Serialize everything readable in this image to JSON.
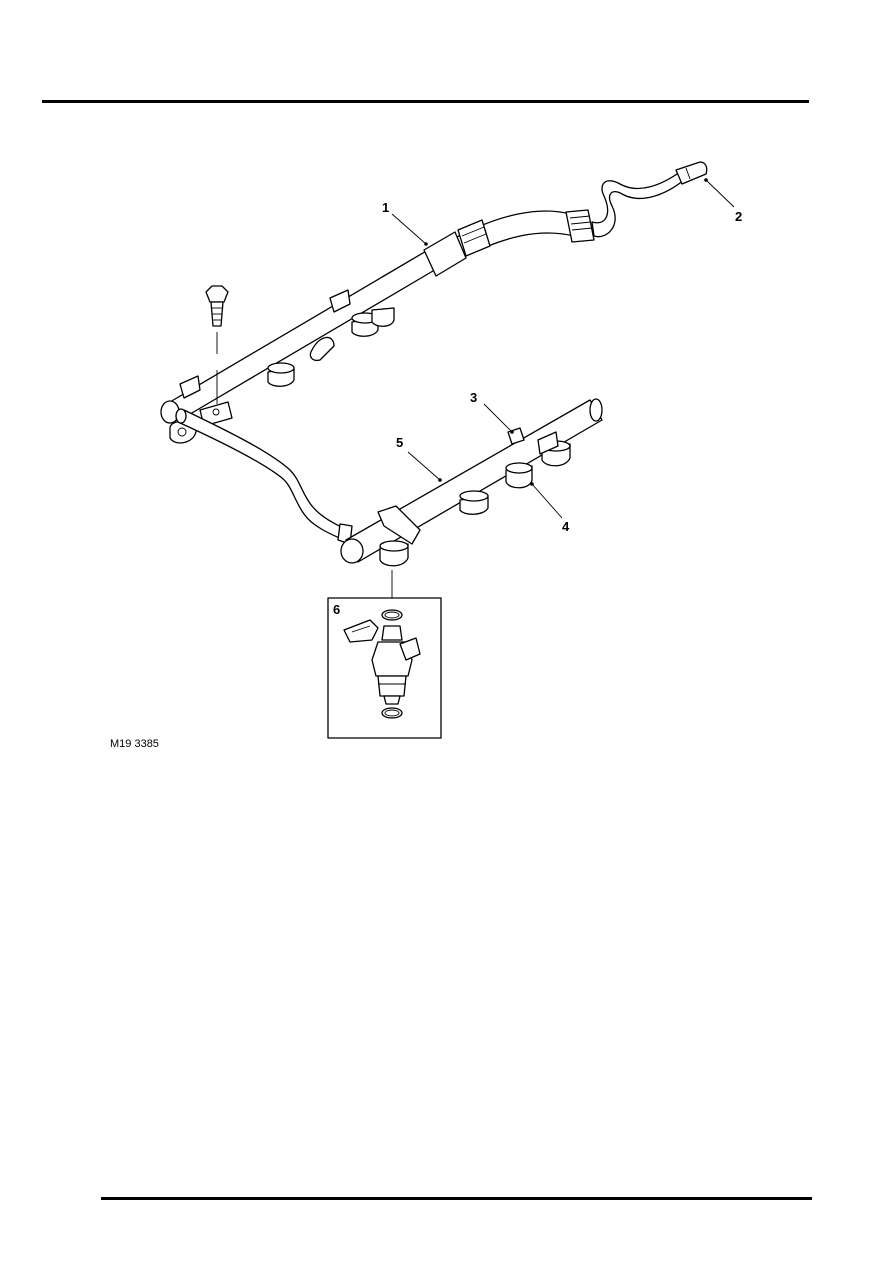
{
  "figure": {
    "reference": "M19 3385",
    "callouts": [
      "1",
      "2",
      "3",
      "4",
      "5",
      "6"
    ]
  }
}
